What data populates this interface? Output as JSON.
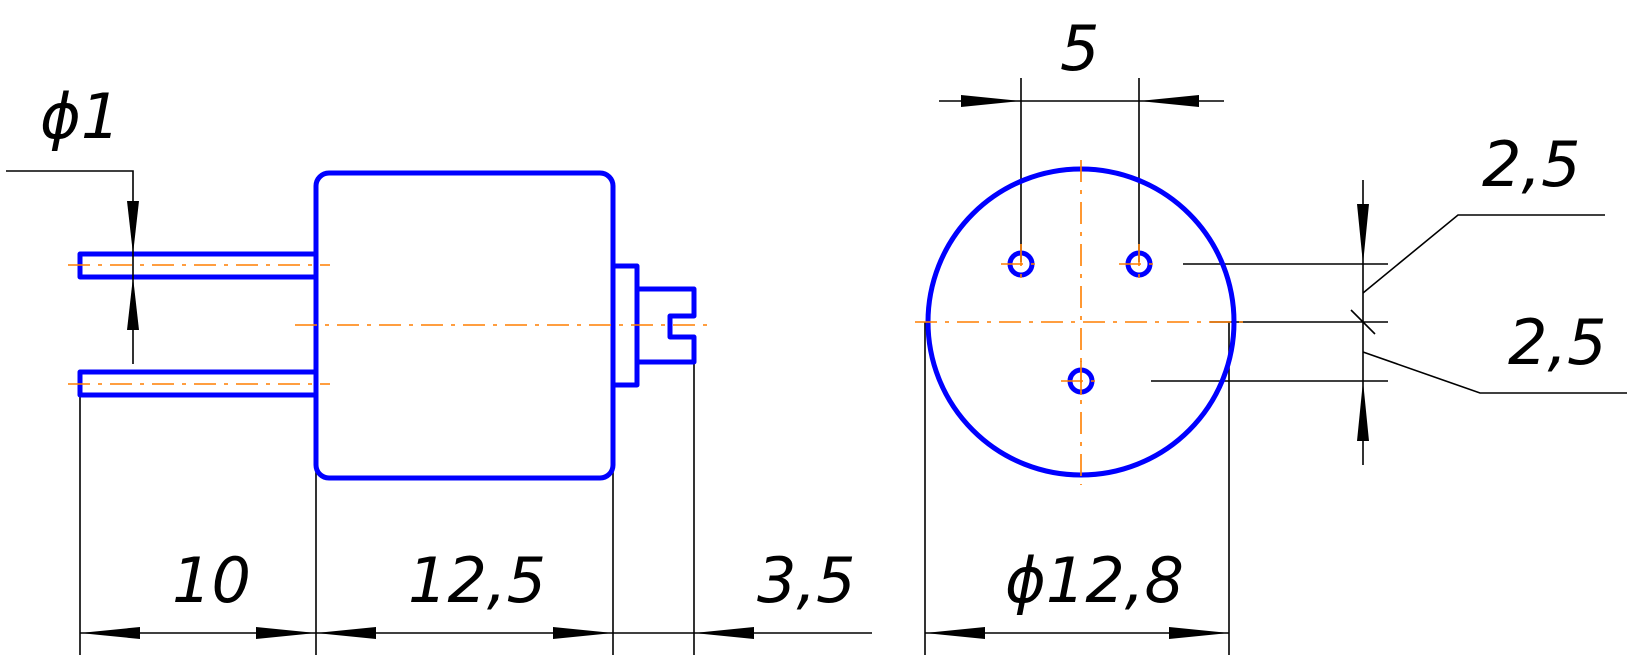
{
  "drawing": {
    "dims": {
      "pin_diameter": "ϕ1",
      "pin_length": "10",
      "body_length": "12,5",
      "shaft_length": "3,5",
      "body_diameter": "ϕ12,8",
      "pin_spacing": "5",
      "offset_upper": "2,5",
      "offset_lower": "2,5"
    }
  }
}
